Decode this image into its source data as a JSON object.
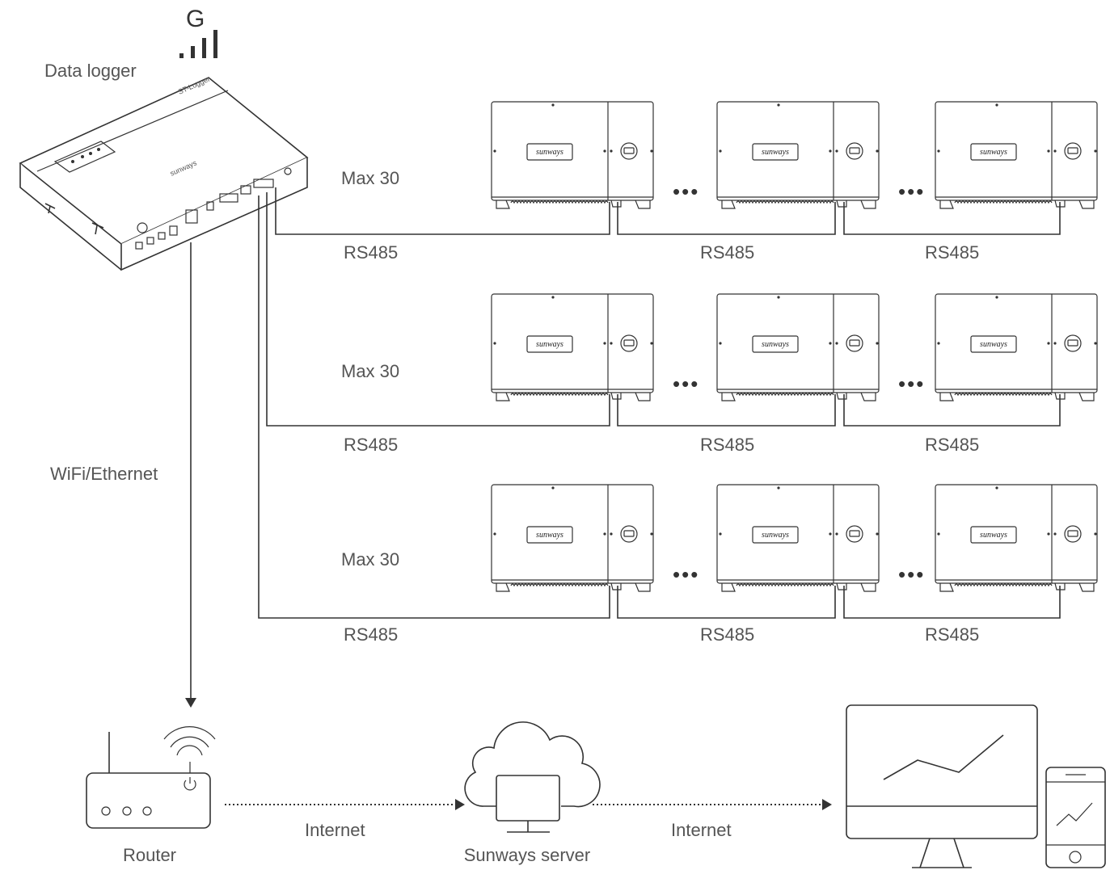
{
  "data_logger": {
    "label": "Data logger",
    "signal_letter": "G",
    "device_name": "ST-Logger",
    "device_brand": "sunways"
  },
  "inverter_brand": "sunways",
  "rows": [
    {
      "max_label": "Max 30",
      "bus_labels": [
        "RS485",
        "RS485",
        "RS485"
      ]
    },
    {
      "max_label": "Max 30",
      "bus_labels": [
        "RS485",
        "RS485",
        "RS485"
      ]
    },
    {
      "max_label": "Max 30",
      "bus_labels": [
        "RS485",
        "RS485",
        "RS485"
      ]
    }
  ],
  "link_label": "WiFi/Ethernet",
  "router": {
    "label": "Router"
  },
  "server": {
    "label": "Sunways server"
  },
  "internet_labels": [
    "Internet",
    "Internet"
  ]
}
